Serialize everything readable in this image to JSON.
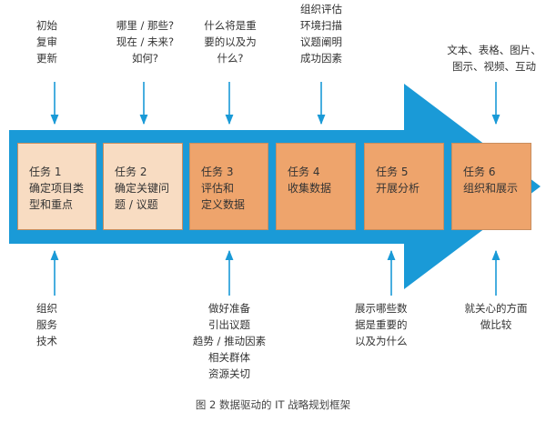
{
  "colors": {
    "arrow": "#1a9ad7",
    "light_box": "#f8dcc2",
    "dark_box": "#eea46c",
    "line": "#1a9ad7"
  },
  "tasks": [
    {
      "label": "任务 1\n确定项目类\n型和重点",
      "style": "light"
    },
    {
      "label": "任务 2\n确定关键问\n题 / 议题",
      "style": "light"
    },
    {
      "label": "任务 3\n评估和\n定义数据",
      "style": "dark"
    },
    {
      "label": "任务 4\n收集数据",
      "style": "dark"
    },
    {
      "label": "任务 5\n开展分析",
      "style": "dark"
    },
    {
      "label": "任务 6\n组织和展示",
      "style": "dark"
    }
  ],
  "top_notes": [
    "初始\n复审\n更新",
    "哪里 / 那些?\n现在 / 未来?\n如何?",
    "什么将是重\n要的以及为\n什么?",
    "组织评估\n环境扫描\n议题阐明\n成功因素",
    "文本、表格、图片、\n图示、视频、互动"
  ],
  "bottom_notes": [
    "组织\n服务\n技术",
    "做好准备\n引出议题\n趋势 / 推动因素\n相关群体\n资源关切",
    "展示哪些数\n据是重要的\n以及为什么",
    "就关心的方面\n做比较"
  ],
  "caption": "图 2  数据驱动的 IT 战略规划框架"
}
